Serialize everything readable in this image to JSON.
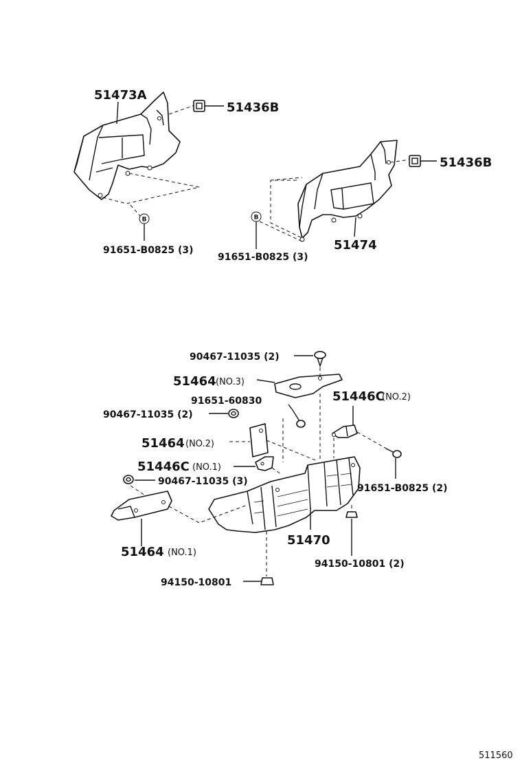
{
  "callout_letter": "B",
  "diagram_id": "511560",
  "labels": {
    "p51473A": "51473A",
    "p51436B_left": "51436B",
    "p51436B_right": "51436B",
    "p91651_left": "91651-B0825 (3)",
    "p91651_right": "91651-B0825 (3)",
    "p51474": "51474",
    "p90467_top": "90467-11035 (2)",
    "p51464_no3_num": "51464",
    "p51464_no3_q": "(NO.3)",
    "p91651_60830": "91651-60830",
    "p51446C_no2_num": "51446C",
    "p51446C_no2_q": "(NO.2)",
    "p90467_mid": "90467-11035 (2)",
    "p51464_no2_num": "51464",
    "p51464_no2_q": "(NO.2)",
    "p51446C_no1_num": "51446C",
    "p51446C_no1_q": "(NO.1)",
    "p90467_low": "90467-11035 (3)",
    "p91651_B0825_2": "91651-B0825 (2)",
    "p51470": "51470",
    "p51464_no1_num": "51464",
    "p51464_no1_q": "(NO.1)",
    "p94150_right": "94150-10801 (2)",
    "p94150_bottom": "94150-10801"
  }
}
